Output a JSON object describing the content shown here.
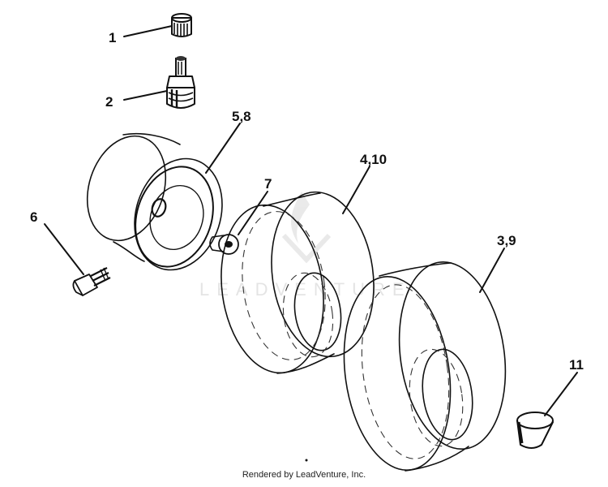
{
  "callouts": {
    "c1": "1",
    "c2": "2",
    "c3_9": "3,9",
    "c4_10": "4,10",
    "c5_8": "5,8",
    "c6": "6",
    "c7": "7",
    "c11": "11"
  },
  "watermark": {
    "text": "LEADVENTURE"
  },
  "footer": {
    "text": "Rendered by LeadVenture, Inc."
  },
  "colors": {
    "ink": "#111111",
    "watermark": "#cfcfcf"
  }
}
